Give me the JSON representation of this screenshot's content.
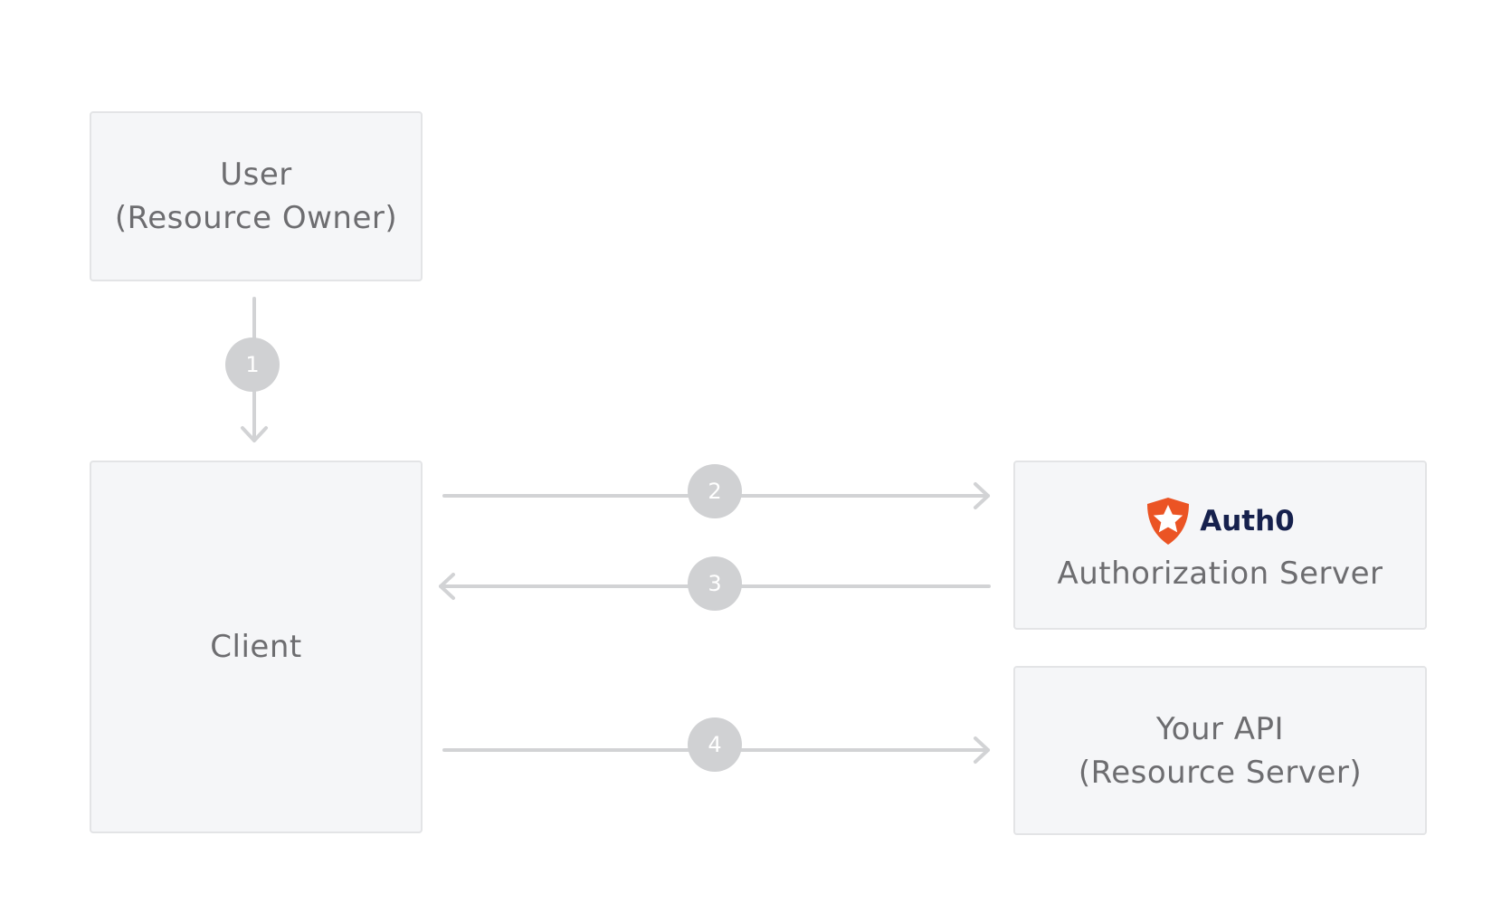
{
  "nodes": {
    "user": {
      "line1": "User",
      "line2": "(Resource Owner)"
    },
    "client": {
      "label": "Client"
    },
    "auth_server": {
      "brand": "Auth0",
      "label": "Authorization Server"
    },
    "api": {
      "line1": "Your API",
      "line2": "(Resource Server)"
    }
  },
  "steps": [
    "1",
    "2",
    "3",
    "4"
  ],
  "colors": {
    "node_fill": "#f5f6f8",
    "node_border": "#e3e4e6",
    "node_text": "#6d6d70",
    "connector": "#d2d3d5",
    "badge": "#d0d1d3",
    "brand_orange": "#eb5424",
    "brand_navy": "#16214d"
  },
  "icons": {
    "brand_logo": "auth0-shield-star-icon"
  }
}
